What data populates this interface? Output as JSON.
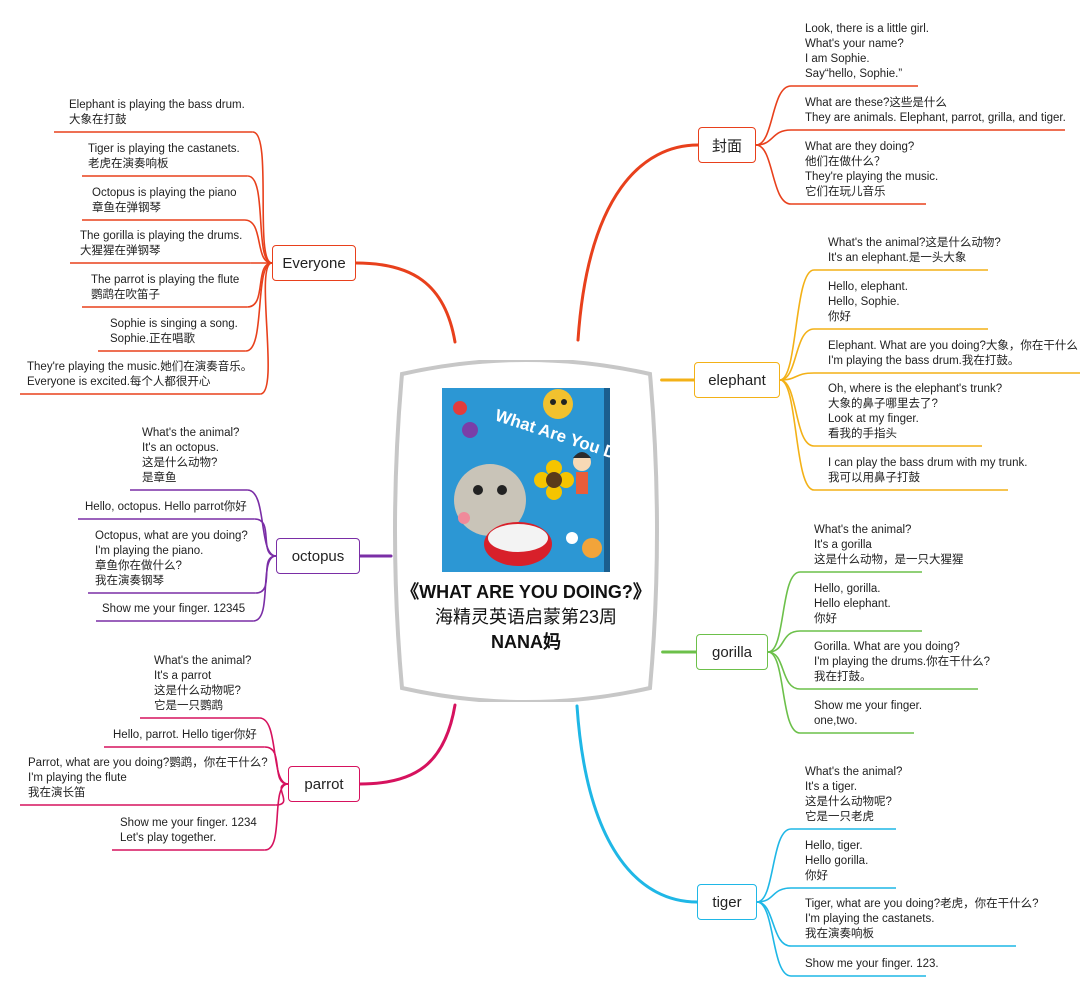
{
  "central": {
    "title_lines": [
      "《WHAT ARE YOU DOING?》",
      "海精灵英语启蒙第23周",
      "NANA妈"
    ],
    "cover": {
      "title": "What Are You Doing?",
      "colors": {
        "background": "#2c97d4",
        "flower": "#f5c400"
      }
    }
  },
  "colors": {
    "cover": "#e8401c",
    "elephant": "#f3b117",
    "gorilla": "#6cc04a",
    "tiger": "#1fb7e6",
    "parrot": "#d6125e",
    "octopus": "#7a2ea6",
    "everyone": "#e8401c"
  },
  "branches": [
    {
      "key": "cover",
      "label": "封面",
      "leaves": [
        [
          "Look, there is a little girl.",
          "What's your name?",
          "I am Sophie.",
          "Say“hello, Sophie.”"
        ],
        [
          "What are these?这些是什么",
          "They are animals. Elephant, parrot, grilla, and tiger."
        ],
        [
          "What are they doing?",
          "他们在做什么？",
          "They're playing the music.",
          "它们在玩儿音乐"
        ]
      ]
    },
    {
      "key": "elephant",
      "label": "elephant",
      "leaves": [
        [
          "What's the animal?这是什么动物?",
          "It's an elephant.是一头大象"
        ],
        [
          "Hello, elephant.",
          "Hello, Sophie.",
          "你好"
        ],
        [
          "Elephant. What are you doing?大象，你在干什么",
          "I'm playing the bass drum.我在打鼓。"
        ],
        [
          "Oh, where is the elephant's trunk?",
          "大象的鼻子哪里去了?",
          "Look at my finger.",
          "看我的手指头"
        ],
        [
          "I can play the bass drum with my trunk.",
          "我可以用鼻子打鼓"
        ]
      ]
    },
    {
      "key": "gorilla",
      "label": "gorilla",
      "leaves": [
        [
          "What's the animal?",
          "It's a gorilla",
          "这是什么动物，是一只大猩猩"
        ],
        [
          "Hello, gorilla.",
          "Hello elephant.",
          "你好"
        ],
        [
          "Gorilla. What are you doing?",
          "I'm playing the drums.你在干什么?",
          "我在打鼓。"
        ],
        [
          "Show me your finger.",
          "one,two."
        ]
      ]
    },
    {
      "key": "tiger",
      "label": "tiger",
      "leaves": [
        [
          "What's the animal?",
          "It's a tiger.",
          "这是什么动物呢?",
          "它是一只老虎"
        ],
        [
          "Hello, tiger.",
          " Hello gorilla.",
          "你好"
        ],
        [
          "Tiger, what are you doing?老虎，你在干什么?",
          "I'm playing the castanets.",
          "我在演奏响板"
        ],
        [
          "Show me your finger. 123."
        ]
      ]
    },
    {
      "key": "everyone",
      "label": "Everyone",
      "leaves": [
        [
          "Elephant is playing the bass drum.",
          "大象在打鼓"
        ],
        [
          "Tiger is playing the castanets.",
          "老虎在演奏响板"
        ],
        [
          "Octopus is playing the piano",
          "章鱼在弹钢琴"
        ],
        [
          "The gorilla is playing the drums.",
          "大猩猩在弹钢琴"
        ],
        [
          "The parrot is playing the flute",
          "鹦鹉在吹笛子"
        ],
        [
          "Sophie is singing a song.",
          "Sophie.正在唱歌"
        ],
        [
          "They're playing the music.她们在演奏音乐。",
          "Everyone is excited.每个人都很开心"
        ]
      ]
    },
    {
      "key": "octopus",
      "label": "octopus",
      "leaves": [
        [
          "What's the animal?",
          "It's an octopus.",
          "这是什么动物?",
          "是章鱼"
        ],
        [
          "Hello, octopus. Hello parrot你好"
        ],
        [
          "Octopus, what are you doing?",
          "I'm playing the piano.",
          "章鱼你在做什么?",
          "我在演奏钢琴"
        ],
        [
          "Show me your finger. 12345"
        ]
      ]
    },
    {
      "key": "parrot",
      "label": "parrot",
      "leaves": [
        [
          "What's the animal?",
          "It's a parrot",
          "这是什么动物呢?",
          "它是一只鹦鹉"
        ],
        [
          "Hello, parrot. Hello tiger你好"
        ],
        [
          "Parrot, what are you doing?鹦鹉，你在干什么?",
          "I'm playing the flute",
          "我在演长笛"
        ],
        [
          "Show me your finger. 1234",
          "Let's play together."
        ]
      ]
    }
  ]
}
